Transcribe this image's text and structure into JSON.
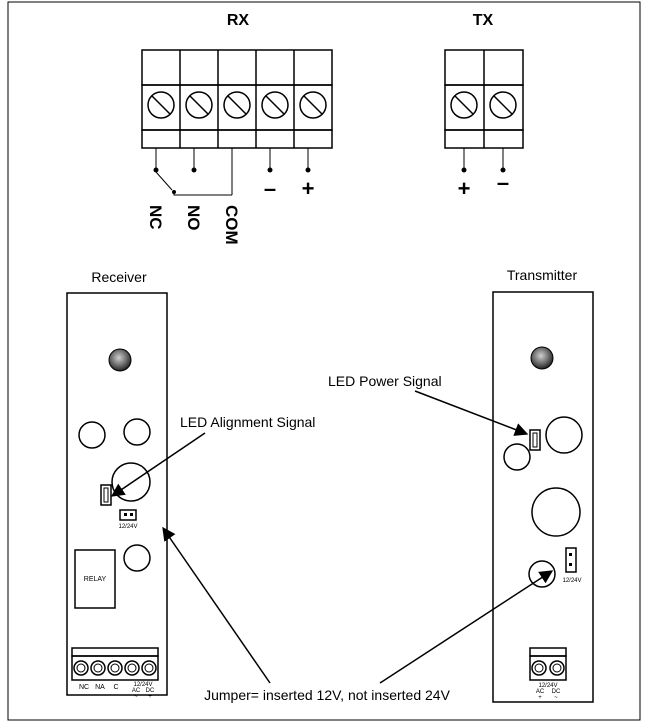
{
  "rx": {
    "title": "RX",
    "terminals": [
      "NC",
      "NO",
      "COM"
    ],
    "polarity": [
      "–",
      "+"
    ]
  },
  "tx": {
    "title": "TX",
    "polarity": [
      "+",
      "–"
    ]
  },
  "receiver": {
    "label": "Receiver",
    "relay_label": "RELAY",
    "jumper_label": "12/24V",
    "terminal_labels": [
      "NC",
      "NA",
      "C",
      "12/24V",
      "AC",
      "DC",
      "~",
      "+"
    ]
  },
  "transmitter": {
    "label": "Transmitter",
    "jumper_label": "12/24V",
    "terminal_labels": [
      "12/24V",
      "AC",
      "DC",
      "+",
      "~"
    ]
  },
  "annotations": {
    "led_power": "LED Power Signal",
    "led_alignment": "LED Alignment Signal",
    "jumper_note": "Jumper= inserted 12V, not inserted 24V"
  },
  "colors": {
    "line": "#000000",
    "led_fill": "#555555"
  }
}
